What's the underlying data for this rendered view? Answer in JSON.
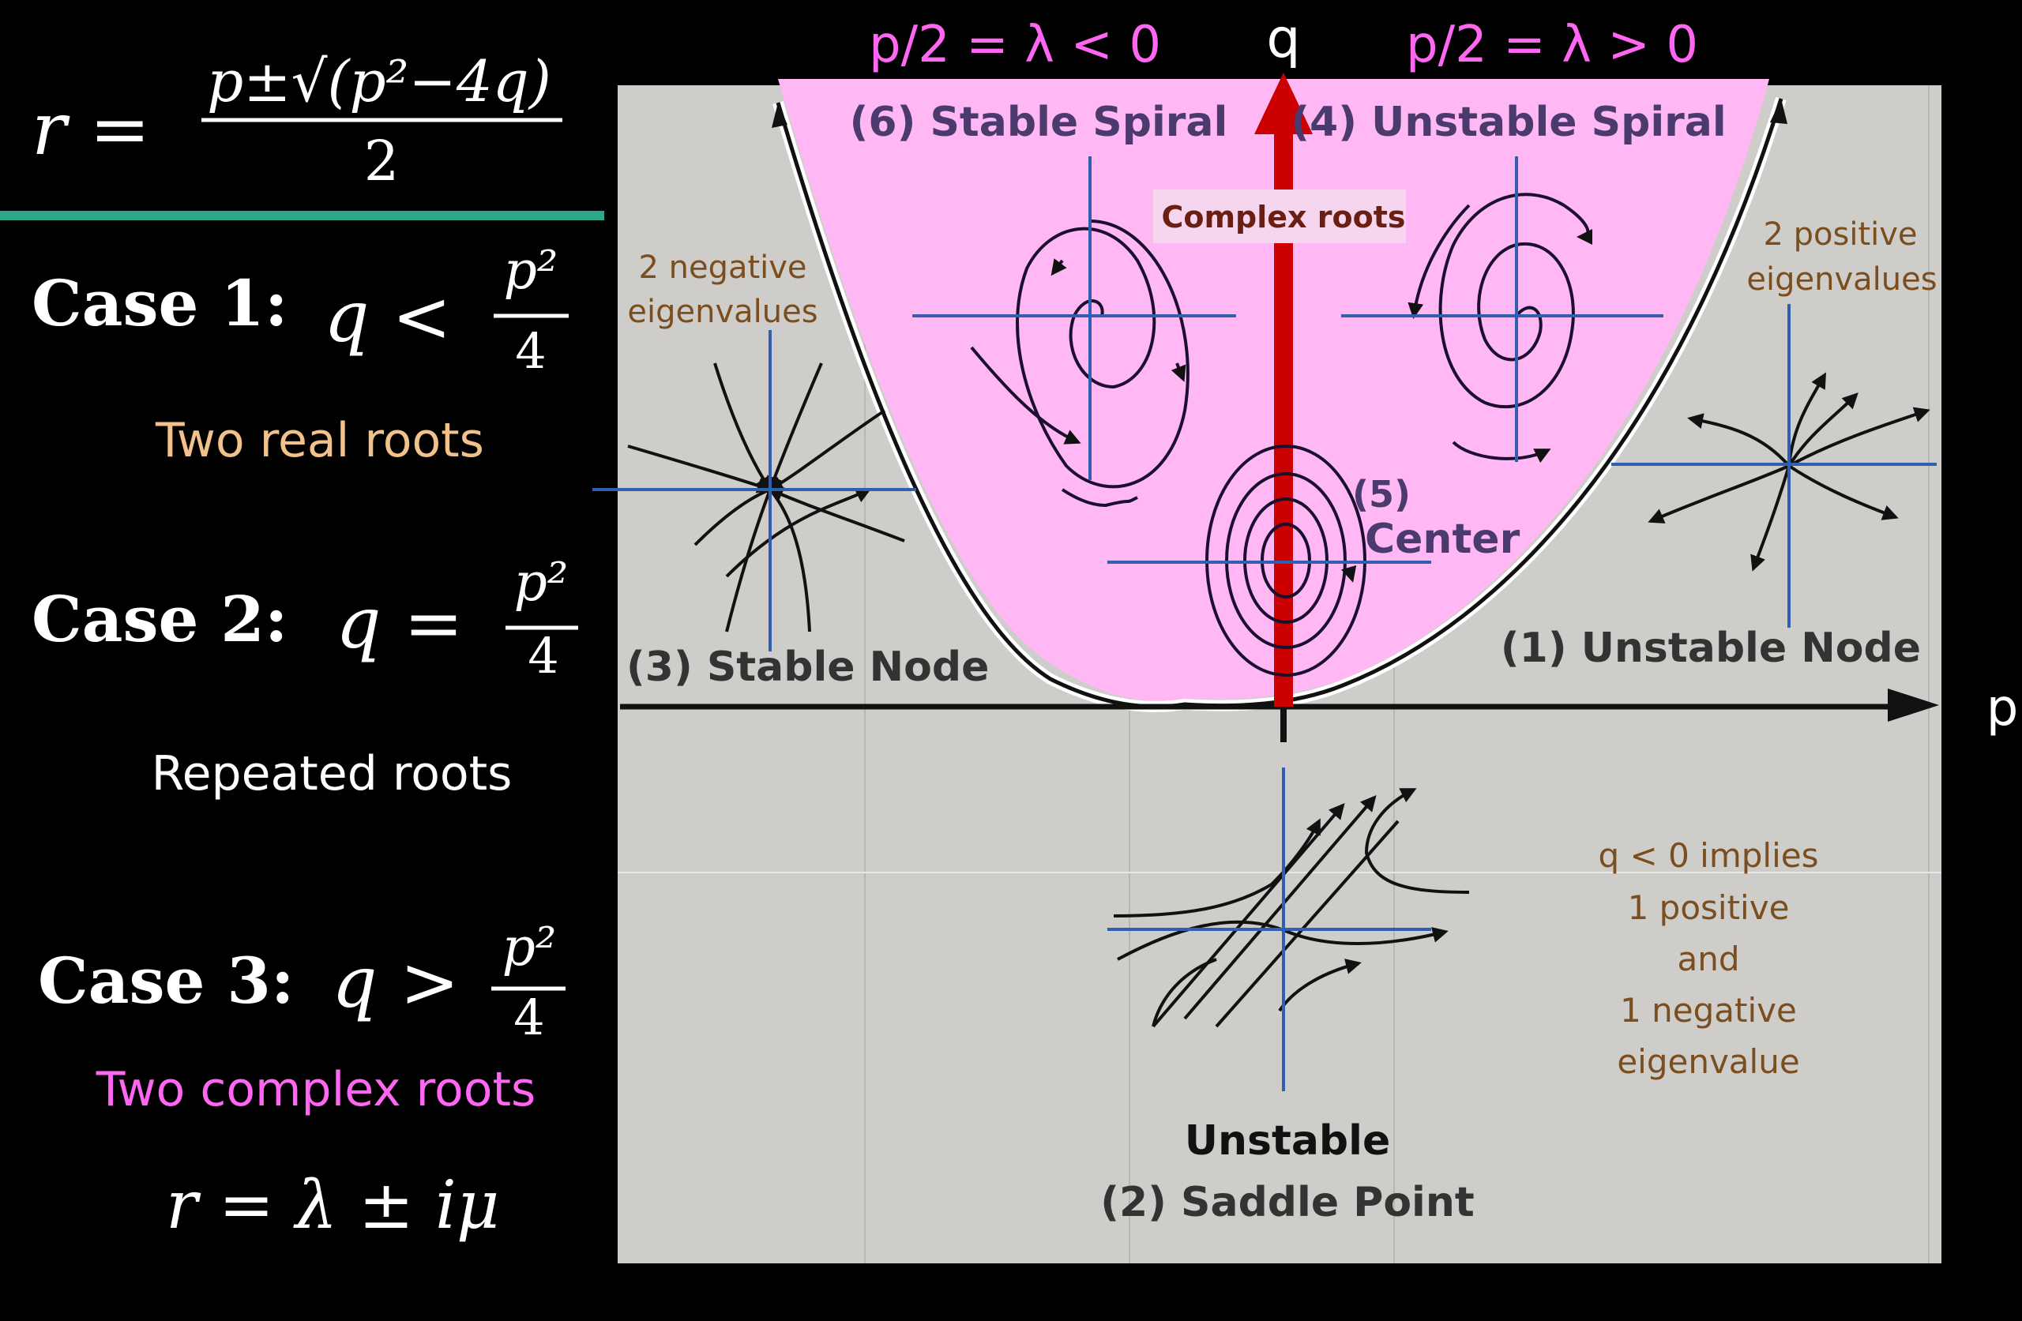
{
  "formula": {
    "lhs": "r =",
    "numerator": "p±√(p²−4q)",
    "denominator": "2"
  },
  "cases": [
    {
      "label": "Case 1:",
      "relation": "q <",
      "numerator": "p²",
      "denominator": "4",
      "description": "Two real roots"
    },
    {
      "label": "Case 2:",
      "relation": "q =",
      "numerator": "p²",
      "denominator": "4",
      "description": "Repeated roots"
    },
    {
      "label": "Case 3:",
      "relation": "q >",
      "numerator": "p²",
      "denominator": "4",
      "description": "Two complex roots"
    }
  ],
  "complex_form": "r = λ ± iμ",
  "top_labels": {
    "left": "p/2 = λ < 0",
    "right": "p/2 = λ > 0"
  },
  "axes": {
    "q": "q",
    "p": "p"
  },
  "complex_roots_label": "Complex roots",
  "regions": {
    "stable_spiral": "(6) Stable Spiral",
    "unstable_spiral": "(4) Unstable Spiral",
    "center_num": "(5)",
    "center": "Center",
    "stable_node": "(3) Stable Node",
    "unstable_node": "(1) Unstable Node",
    "saddle_top": "Unstable",
    "saddle": "(2) Saddle Point"
  },
  "notes": {
    "neg_eig_1": "2 negative",
    "neg_eig_2": "eigenvalues",
    "pos_eig_1": "2 positive",
    "pos_eig_2": "eigenvalues",
    "q_neg": [
      "q < 0 implies",
      "1 positive",
      "and",
      "1 negative",
      "eigenvalue"
    ]
  },
  "colors": {
    "background": "#000000",
    "panel": "#cfcdc9",
    "pink": "#ffb8f4",
    "teal_divider": "#2ea88a",
    "q_axis": "#cc0000",
    "cross_lines": "#2f5fae",
    "case_desc_real": "#f2c28a",
    "case_desc_complex": "#ff66f2",
    "brown_notes": "#7a4e1e"
  }
}
